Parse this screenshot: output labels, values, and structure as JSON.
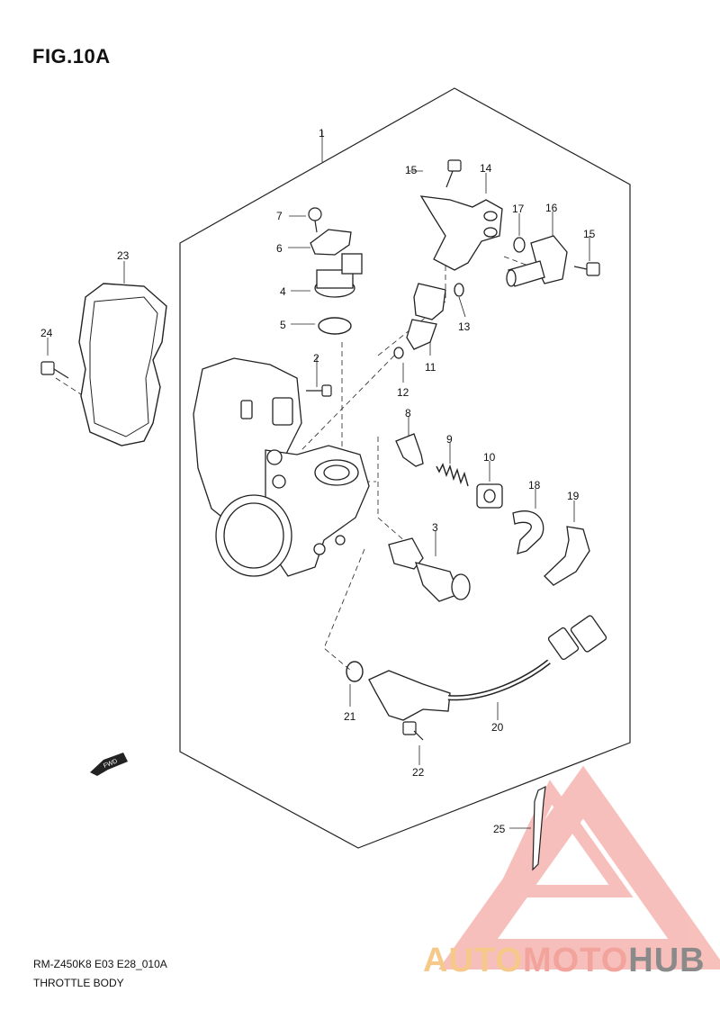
{
  "figure": {
    "title": "FIG.10A",
    "code": "RM-Z450K8 E03 E28_010A",
    "name": "THROTTLE BODY",
    "fwd_label": "FWD"
  },
  "callouts": [
    {
      "id": "c1",
      "text": "1"
    },
    {
      "id": "c2",
      "text": "2"
    },
    {
      "id": "c3",
      "text": "3"
    },
    {
      "id": "c4",
      "text": "4"
    },
    {
      "id": "c5",
      "text": "5"
    },
    {
      "id": "c6",
      "text": "6"
    },
    {
      "id": "c7",
      "text": "7"
    },
    {
      "id": "c8",
      "text": "8"
    },
    {
      "id": "c9",
      "text": "9"
    },
    {
      "id": "c10",
      "text": "10"
    },
    {
      "id": "c11",
      "text": "11"
    },
    {
      "id": "c12",
      "text": "12"
    },
    {
      "id": "c13",
      "text": "13"
    },
    {
      "id": "c14",
      "text": "14"
    },
    {
      "id": "c15a",
      "text": "15"
    },
    {
      "id": "c15b",
      "text": "15"
    },
    {
      "id": "c16",
      "text": "16"
    },
    {
      "id": "c17",
      "text": "17"
    },
    {
      "id": "c18",
      "text": "18"
    },
    {
      "id": "c19",
      "text": "19"
    },
    {
      "id": "c20",
      "text": "20"
    },
    {
      "id": "c21",
      "text": "21"
    },
    {
      "id": "c22",
      "text": "22"
    },
    {
      "id": "c23",
      "text": "23"
    },
    {
      "id": "c24",
      "text": "24"
    },
    {
      "id": "c25",
      "text": "25"
    }
  ],
  "watermark": {
    "part1": "AUTO",
    "part2": "MOTO",
    "part3": "HUB",
    "colors": {
      "auto": "#f6c98a",
      "moto": "#f2a39c",
      "hub": "#8a8a8a",
      "logo": "#f08c84"
    }
  }
}
